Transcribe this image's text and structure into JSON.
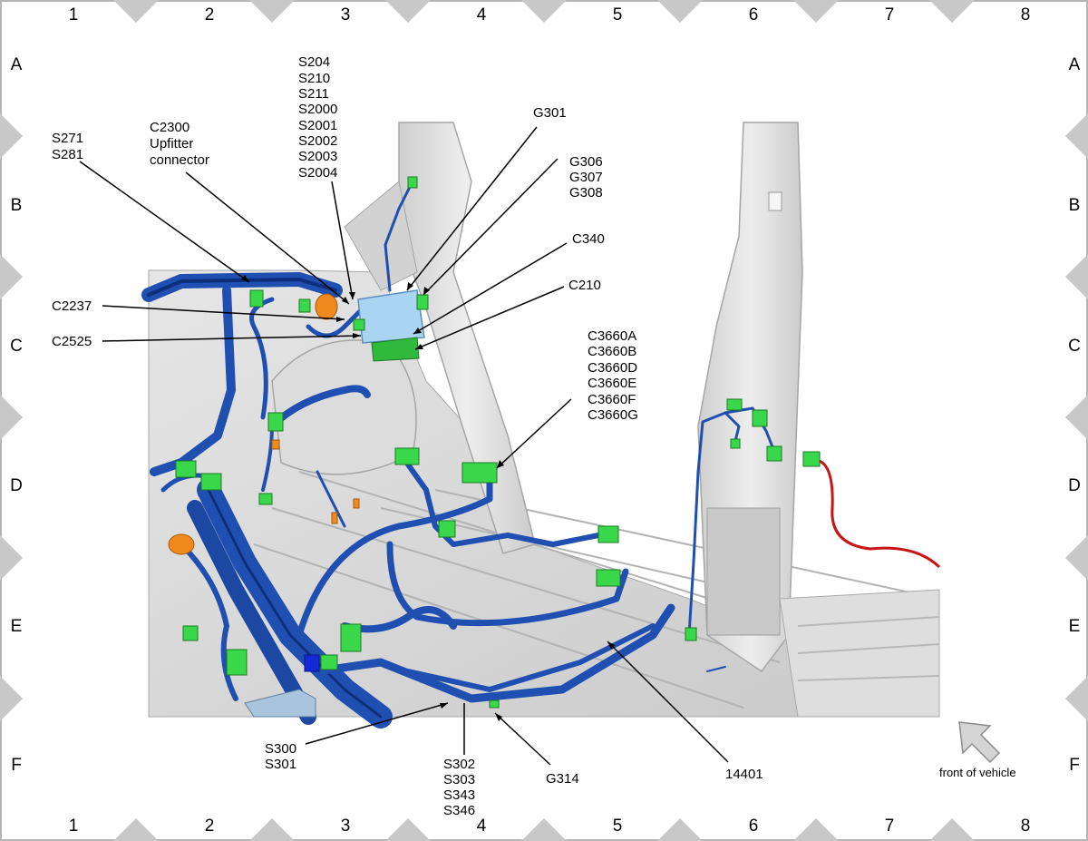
{
  "grid": {
    "columns": [
      "1",
      "2",
      "3",
      "4",
      "5",
      "6",
      "7",
      "8"
    ],
    "rows": [
      "A",
      "B",
      "C",
      "D",
      "E",
      "F"
    ]
  },
  "callouts": {
    "s271": [
      "S271",
      "S281"
    ],
    "c2300": [
      "C2300",
      "Upfitter",
      "connector"
    ],
    "s204": [
      "S204",
      "S210",
      "S211",
      "S2000",
      "S2001",
      "S2002",
      "S2003",
      "S2004"
    ],
    "g301": [
      "G301"
    ],
    "g306": [
      "G306",
      "G307",
      "G308"
    ],
    "c340": [
      "C340"
    ],
    "c210": [
      "C210"
    ],
    "c2237": [
      "C2237"
    ],
    "c2525": [
      "C2525"
    ],
    "c3660": [
      "C3660A",
      "C3660B",
      "C3660D",
      "C3660E",
      "C3660F",
      "C3660G"
    ],
    "s300": [
      "S300",
      "S301"
    ],
    "s302": [
      "S302",
      "S303",
      "S343",
      "S346"
    ],
    "g314": [
      "G314"
    ],
    "p14401": [
      "14401"
    ]
  },
  "front_label": "front of vehicle",
  "colors": {
    "harness": "#1f4fb0",
    "harness_dark": "#0d2f7a",
    "connector": "#39d84a",
    "orange": "#f08a1e",
    "red_wire": "#c81414",
    "body": "#d9d9d9",
    "fuse_box": "#a9d4f2",
    "border_triangle": "#c8c8c8"
  }
}
